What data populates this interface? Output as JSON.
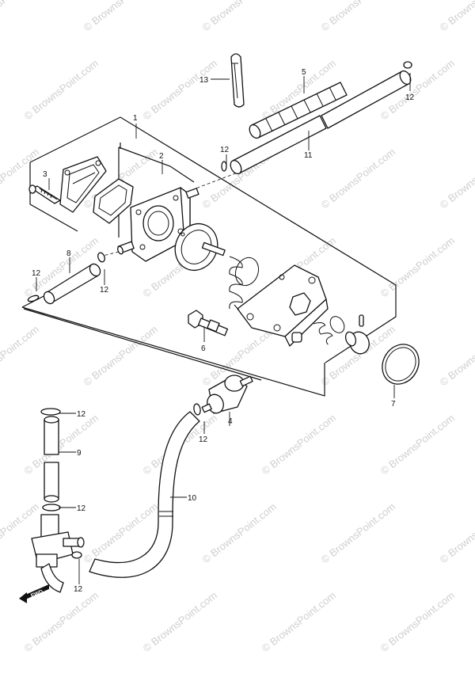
{
  "watermark": {
    "text": "© BrownsPoint.com"
  },
  "direction_badge": {
    "label": "FWD"
  },
  "callouts": [
    {
      "id": "c1",
      "label": "1"
    },
    {
      "id": "c2",
      "label": "2"
    },
    {
      "id": "c3",
      "label": "3"
    },
    {
      "id": "c4",
      "label": "4"
    },
    {
      "id": "c5",
      "label": "5"
    },
    {
      "id": "c6",
      "label": "6"
    },
    {
      "id": "c7",
      "label": "7"
    },
    {
      "id": "c8",
      "label": "8"
    },
    {
      "id": "c9",
      "label": "9"
    },
    {
      "id": "c10",
      "label": "10"
    },
    {
      "id": "c11",
      "label": "11"
    },
    {
      "id": "c12a",
      "label": "12"
    },
    {
      "id": "c12b",
      "label": "12"
    },
    {
      "id": "c12c",
      "label": "12"
    },
    {
      "id": "c12d",
      "label": "12"
    },
    {
      "id": "c12e",
      "label": "12"
    },
    {
      "id": "c12f",
      "label": "12"
    },
    {
      "id": "c12g",
      "label": "12"
    },
    {
      "id": "c12h",
      "label": "12"
    },
    {
      "id": "c13",
      "label": "13"
    }
  ]
}
